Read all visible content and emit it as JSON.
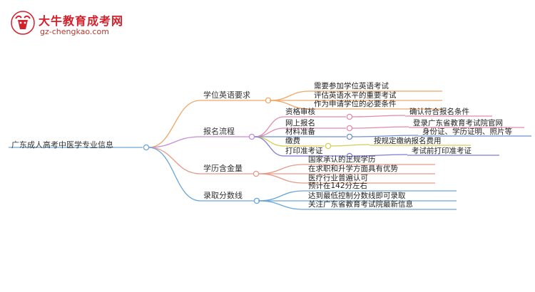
{
  "brand": {
    "name": "大牛教育成考网",
    "url": "gz-chengkao.com"
  },
  "mindmap": {
    "root": "广东成人高考中医学专业信息",
    "branches": [
      {
        "label": "学位英语要求",
        "color": "#f0a868",
        "children": [
          {
            "label": "需要参加学位英语考试"
          },
          {
            "label": "评估英语水平的重要考试"
          },
          {
            "label": "作为申请学位的必要条件"
          }
        ]
      },
      {
        "label": "报名流程",
        "color": "#c98bd6",
        "children": [
          {
            "label": "资格审核",
            "color": "#e48aa8",
            "detail": "确认符合报名条件"
          },
          {
            "label": "网上报名",
            "color": "#e48aa8",
            "detail": "登录广东省教育考试院官网"
          },
          {
            "label": "材料准备",
            "color": "#6f8fd8",
            "detail": "身份证、学历证明、照片等"
          },
          {
            "label": "缴费",
            "color": "#d6cc55",
            "detail": "按规定缴纳报名费用"
          },
          {
            "label": "打印准考证",
            "color": "#7c7cd8",
            "detail": "考试前打印准考证"
          }
        ]
      },
      {
        "label": "学历含金量",
        "color": "#e69a88",
        "children": [
          {
            "label": "国家承认的正规学历"
          },
          {
            "label": "在求职和升学方面具有优势"
          },
          {
            "label": "医疗行业普遍认可"
          }
        ]
      },
      {
        "label": "录取分数线",
        "color": "#6aa6d8",
        "children": [
          {
            "label": "预计在142分左右"
          },
          {
            "label": "达到最低控制分数线即可录取"
          },
          {
            "label": "关注广东省教育考试院最新信息"
          }
        ]
      }
    ]
  }
}
